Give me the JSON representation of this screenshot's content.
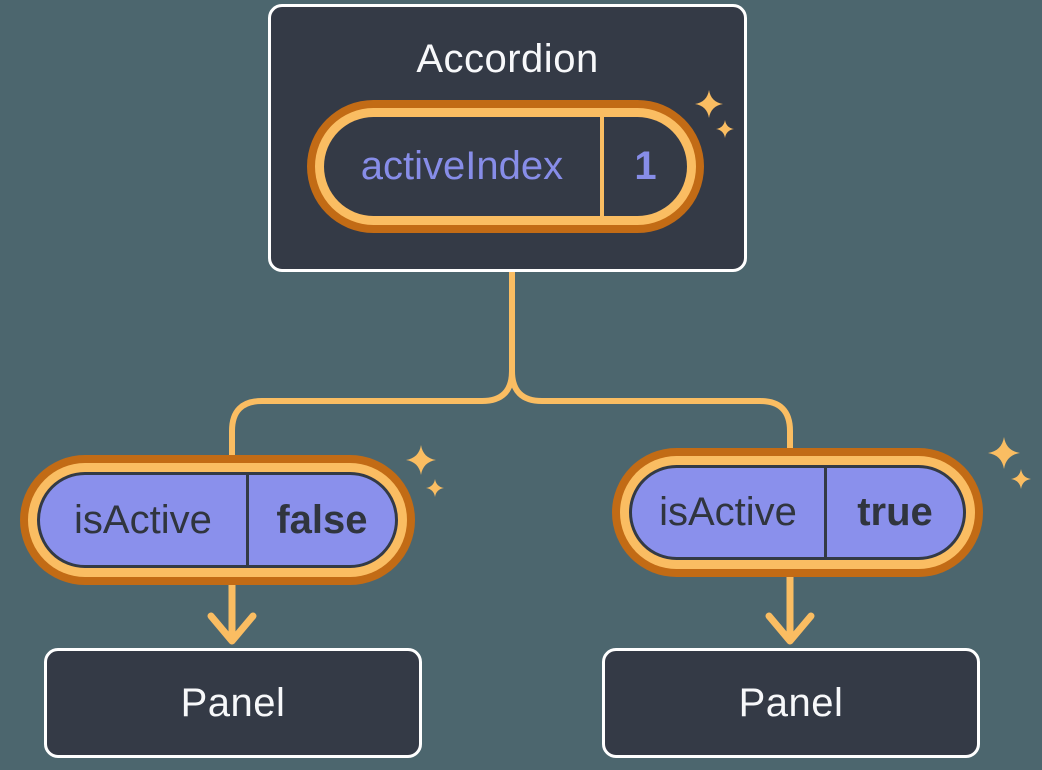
{
  "accordion": {
    "title": "Accordion",
    "state": {
      "label": "activeIndex",
      "value": "1"
    }
  },
  "children": [
    {
      "state": {
        "label": "isActive",
        "value": "false"
      },
      "panel": "Panel"
    },
    {
      "state": {
        "label": "isActive",
        "value": "true"
      },
      "panel": "Panel"
    }
  ],
  "icons": [
    "sparkle-icon"
  ],
  "colors": {
    "background": "#4C666E",
    "box_fill": "#343A46",
    "box_border": "#FFFFFF",
    "pill_fill": "#8A90EC",
    "pill_outline": "#333A45",
    "ring_outer_orange": "#C26B15",
    "ring_inner_orange": "#FABD62",
    "connector": "#FABD62",
    "title_text": "#F7F8FA",
    "state_text_dark": "#30353E",
    "state_text_purple": "#878DE8"
  }
}
